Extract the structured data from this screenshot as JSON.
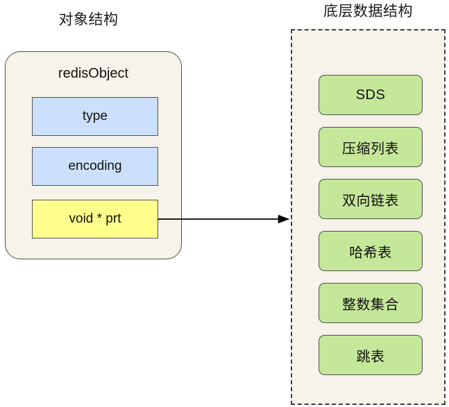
{
  "diagram": {
    "object_section": {
      "title": "对象结构",
      "card": {
        "name": "redisObject",
        "fields": [
          {
            "label": "type",
            "color": "#cce0fb"
          },
          {
            "label": "encoding",
            "color": "#cce0fb"
          },
          {
            "label": "void * prt",
            "color": "#ffff8b"
          }
        ]
      }
    },
    "storage_section": {
      "title": "底层数据结构",
      "structures": [
        {
          "label": "SDS"
        },
        {
          "label": "压缩列表"
        },
        {
          "label": "双向链表"
        },
        {
          "label": "哈希表"
        },
        {
          "label": "整数集合"
        },
        {
          "label": "跳表"
        }
      ],
      "box_color": "#c5e79a"
    },
    "connector": {
      "from": "void * prt",
      "to": "底层数据结构",
      "style": "arrow"
    },
    "colors": {
      "panel_background": "#f6f3ea",
      "page_background": "#ffffff",
      "border": "#4d4d4d",
      "blue_field": "#cce0fb",
      "yellow_field": "#ffff8b",
      "green_box": "#c5e79a"
    }
  }
}
